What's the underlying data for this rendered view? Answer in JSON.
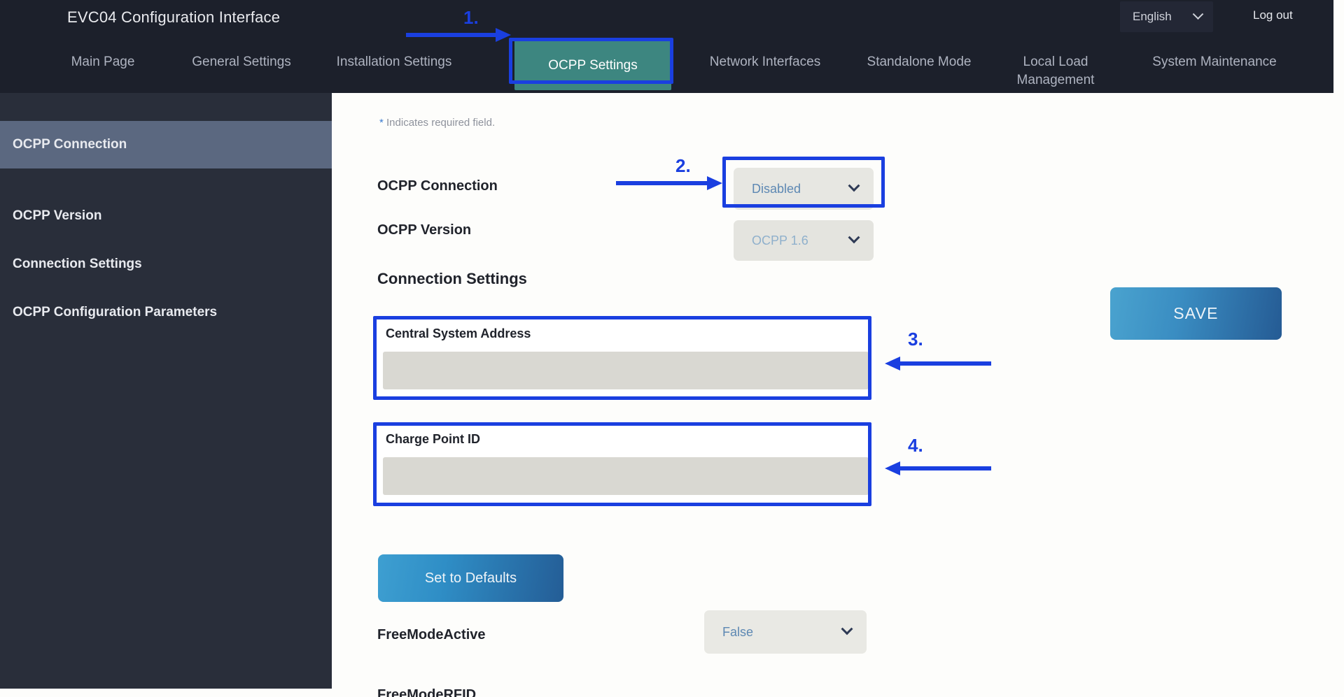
{
  "header": {
    "app_title": "EVC04 Configuration Interface",
    "language": "English",
    "language_chevron_icon": "chevron-down-icon",
    "logout_label": "Log out"
  },
  "nav": {
    "tabs": [
      {
        "label": "Main Page",
        "active": false
      },
      {
        "label": "General Settings",
        "active": false
      },
      {
        "label": "Installation Settings",
        "active": false
      },
      {
        "label": "OCPP Settings",
        "active": true
      },
      {
        "label": "Network Interfaces",
        "active": false
      },
      {
        "label": "Standalone Mode",
        "active": false
      },
      {
        "label": "Local Load Management",
        "active": false
      },
      {
        "label": "System Maintenance",
        "active": false
      }
    ]
  },
  "sidebar": {
    "items": [
      {
        "label": "OCPP Connection",
        "active": true
      },
      {
        "label": "OCPP Version",
        "active": false
      },
      {
        "label": "Connection Settings",
        "active": false
      },
      {
        "label": "OCPP Configuration Parameters",
        "active": false
      }
    ]
  },
  "main": {
    "required_note_star": "*",
    "required_note": "Indicates required field.",
    "ocpp_connection_label": "OCPP Connection",
    "ocpp_connection_value": "Disabled",
    "ocpp_version_label": "OCPP Version",
    "ocpp_version_value": "OCPP 1.6",
    "connection_settings_title": "Connection Settings",
    "central_system_address_label": "Central System Address",
    "central_system_address_value": "",
    "charge_point_id_label": "Charge Point ID",
    "charge_point_id_value": "",
    "set_to_defaults_label": "Set to Defaults",
    "free_mode_active_label": "FreeModeActive",
    "free_mode_active_value": "False",
    "free_mode_rfid_label": "FreeModeRFID",
    "save_label": "SAVE"
  },
  "annotations": {
    "step1": "1.",
    "step2": "2.",
    "step3": "3.",
    "step4": "4."
  },
  "colors": {
    "topbar_bg": "#1c202b",
    "sidebar_bg": "#292e3a",
    "sidebar_active": "#5b6880",
    "tab_active": "#3d8680",
    "annotation_blue": "#1a3fe0",
    "dropdown_bg": "#e7e7e2",
    "input_bg": "#d9d8d2",
    "button_blue": "#2f8ec6"
  }
}
